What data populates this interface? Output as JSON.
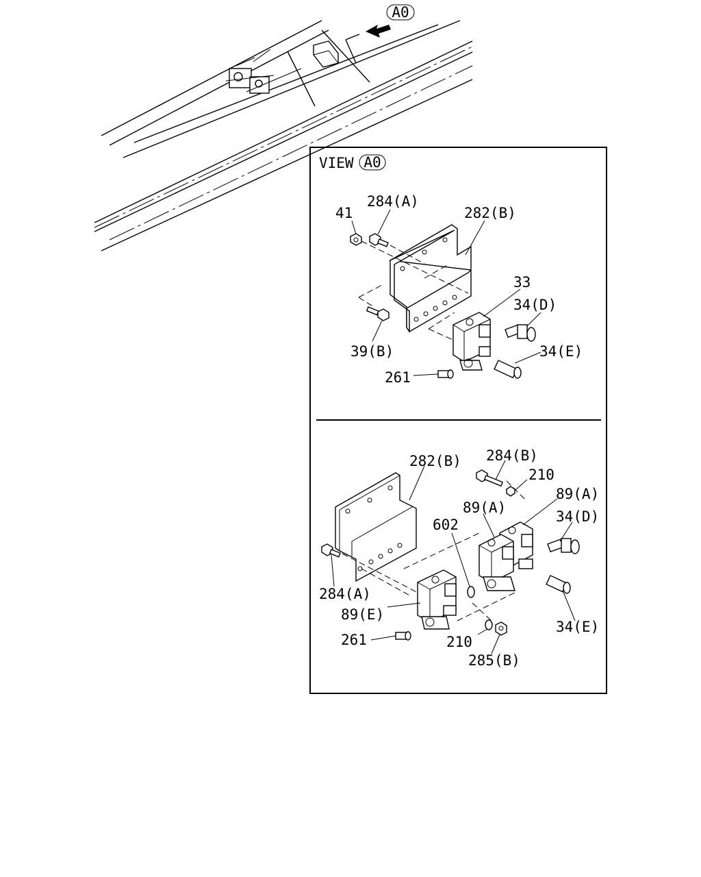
{
  "overview": {
    "view_marker": "A0"
  },
  "detail_box": {
    "title_prefix": "VIEW",
    "title_marker": "A0",
    "upper_panel": {
      "labels": {
        "l41": "41",
        "l284a": "284(A)",
        "l282b": "282(B)",
        "l33": "33",
        "l34d": "34(D)",
        "l39b": "39(B)",
        "l34e": "34(E)",
        "l261": "261"
      }
    },
    "lower_panel": {
      "labels": {
        "l282b": "282(B)",
        "l284b": "284(B)",
        "l210a": "210",
        "l89a1": "89(A)",
        "l89a2": "89(A)",
        "l34d": "34(D)",
        "l602": "602",
        "l284a": "284(A)",
        "l89e": "89(E)",
        "l34e": "34(E)",
        "l261": "261",
        "l210b": "210",
        "l285b": "285(B)"
      }
    }
  }
}
